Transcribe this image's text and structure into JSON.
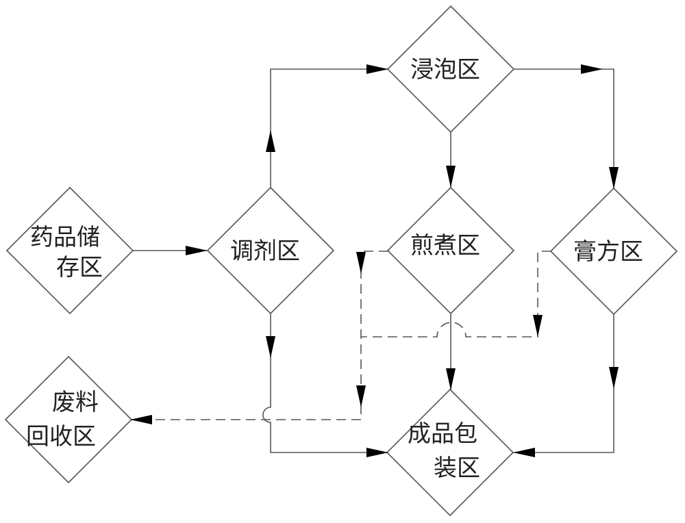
{
  "diagram": {
    "title": "",
    "nodes": [
      {
        "id": "storage",
        "shape": "diamond",
        "lines": [
          "药品储",
          "存区"
        ],
        "label": "药品储存区"
      },
      {
        "id": "dispensing",
        "shape": "diamond",
        "lines": [
          "调剂区"
        ],
        "label": "调剂区"
      },
      {
        "id": "soaking",
        "shape": "diamond",
        "lines": [
          "浸泡区"
        ],
        "label": "浸泡区"
      },
      {
        "id": "decoction",
        "shape": "diamond",
        "lines": [
          "煎煮区"
        ],
        "label": "煎煮区"
      },
      {
        "id": "paste",
        "shape": "diamond",
        "lines": [
          "膏方区"
        ],
        "label": "膏方区"
      },
      {
        "id": "waste",
        "shape": "diamond",
        "lines": [
          "废料",
          "回收区"
        ],
        "label": "废料回收区"
      },
      {
        "id": "packaging",
        "shape": "diamond",
        "lines": [
          "成品包",
          "装区"
        ],
        "label": "成品包装区"
      }
    ],
    "edges": [
      {
        "id": "storage-to-dispensing",
        "from": "storage",
        "to": "dispensing",
        "style": "solid"
      },
      {
        "id": "dispensing-to-soaking",
        "from": "dispensing",
        "to": "soaking",
        "style": "solid"
      },
      {
        "id": "soaking-to-decoction",
        "from": "soaking",
        "to": "decoction",
        "style": "solid"
      },
      {
        "id": "soaking-to-paste",
        "from": "soaking",
        "to": "paste",
        "style": "solid"
      },
      {
        "id": "dispensing-to-packaging",
        "from": "dispensing",
        "to": "packaging",
        "style": "solid"
      },
      {
        "id": "decoction-to-packaging",
        "from": "decoction",
        "to": "packaging",
        "style": "solid"
      },
      {
        "id": "paste-to-packaging",
        "from": "paste",
        "to": "packaging",
        "style": "solid"
      },
      {
        "id": "decoction-to-waste",
        "from": "decoction",
        "to": "waste",
        "style": "dashed"
      },
      {
        "id": "paste-to-waste",
        "from": "paste",
        "to": "waste",
        "style": "dashed"
      }
    ]
  }
}
